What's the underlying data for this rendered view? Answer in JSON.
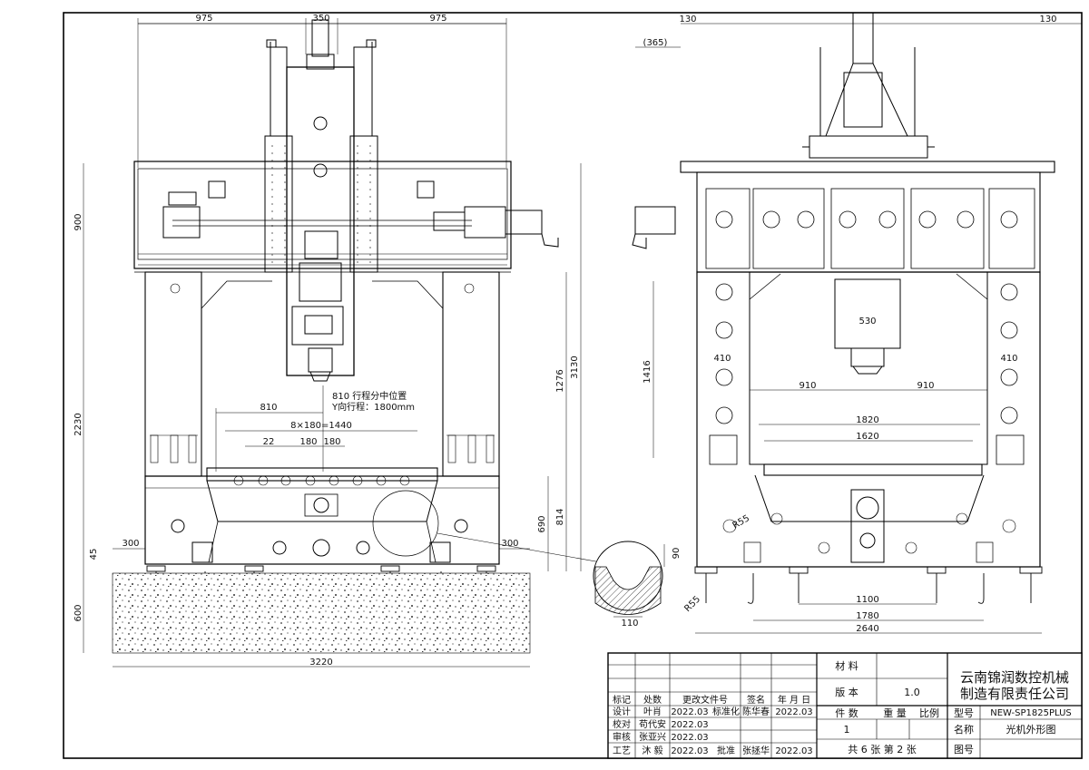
{
  "front_view": {
    "top_dims": [
      "975",
      "350",
      "975"
    ],
    "left_dims": [
      "900",
      "2230",
      "45",
      "600"
    ],
    "right_dims": [
      "3130",
      "1276",
      "814",
      "690"
    ],
    "bottom_dims": [
      "300",
      "300",
      "3220"
    ],
    "travel_note_1": "810 行程分中位置",
    "travel_note_2": "Y向行程：1800mm",
    "slot_dims": [
      "810",
      "8×180=1440",
      "22",
      "180",
      "180"
    ]
  },
  "side_view": {
    "top_dims": [
      "130",
      "130",
      "(365)"
    ],
    "left_dims": [
      "1416"
    ],
    "inner_dims": [
      "530",
      "410",
      "410",
      "910",
      "910",
      "1820",
      "1620",
      "R55"
    ],
    "bottom_dims": [
      "1100",
      "1780",
      "2640"
    ]
  },
  "detail_view": {
    "dims": [
      "90",
      "110",
      "R55"
    ]
  },
  "title_block": {
    "company_line1": "云南锦润数控机械",
    "company_line2": "制造有限责任公司",
    "material_label": "材  料",
    "version_label": "版  本",
    "version_value": "1.0",
    "count_label": "件  数",
    "count_value": "1",
    "weight_label": "重  量",
    "scale_label": "比例",
    "model_label": "型号",
    "model_value": "NEW-SP1825PLUS",
    "name_label": "名称",
    "name_value": "光机外形图",
    "drawing_no_label": "图号",
    "sheets_label": "共 6 张    第 2 张",
    "rev_headers": [
      "标记",
      "处数",
      "更改文件号",
      "签名",
      "年 月 日"
    ],
    "rows": [
      {
        "role": "设计",
        "name": "叶肖",
        "date": "2022.03",
        "role2": "标准化",
        "name2": "陈华春",
        "date2": "2022.03"
      },
      {
        "role": "校对",
        "name": "苟代安",
        "date": "2022.03",
        "role2": "",
        "name2": "",
        "date2": ""
      },
      {
        "role": "审核",
        "name": "张亚兴",
        "date": "2022.03",
        "role2": "",
        "name2": "",
        "date2": ""
      },
      {
        "role": "工艺",
        "name": "沐  毅",
        "date": "2022.03",
        "role2": "批准",
        "name2": "张拯华",
        "date2": "2022.03"
      }
    ]
  }
}
